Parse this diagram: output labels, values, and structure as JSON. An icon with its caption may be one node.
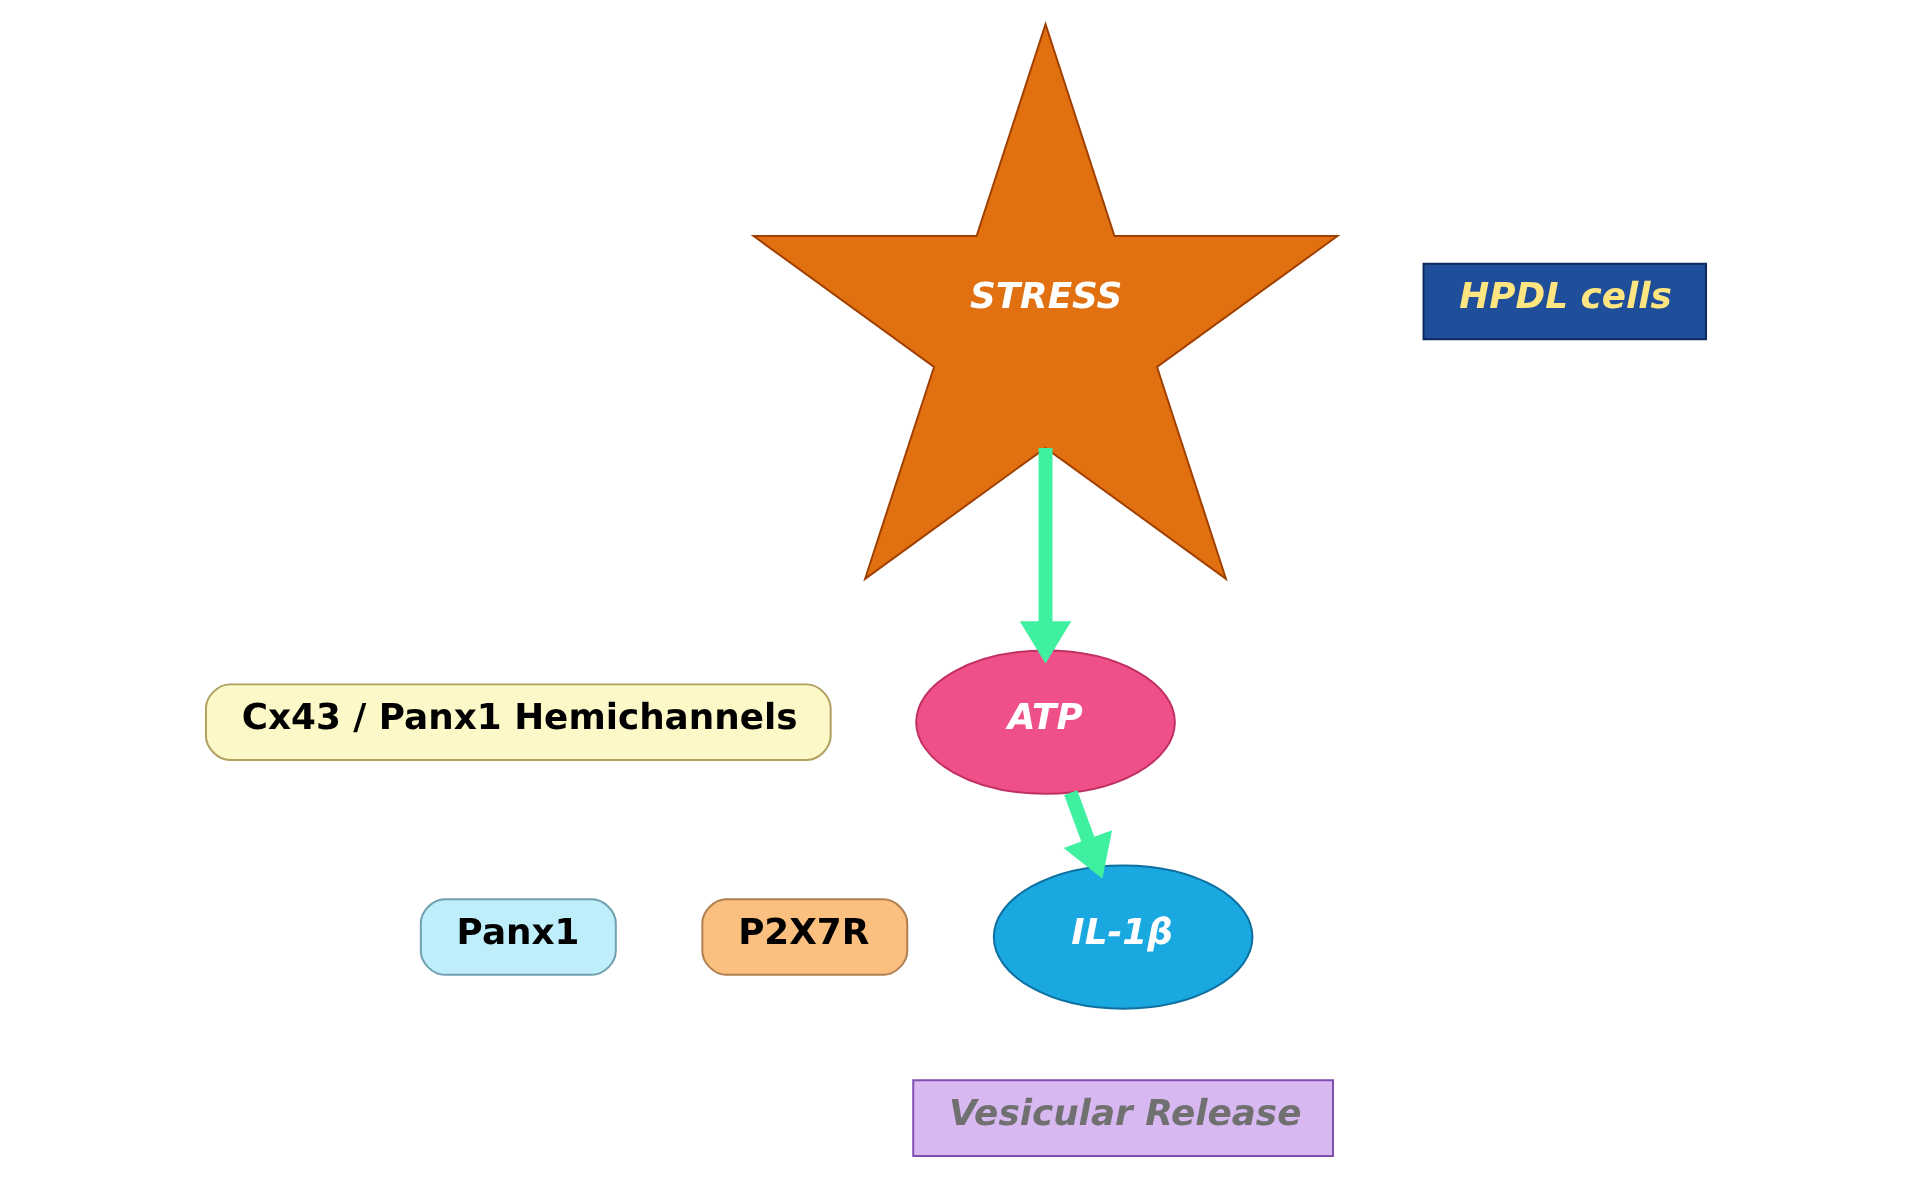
{
  "diagram": {
    "nodes": [
      {
        "text": [
          "STRESS"
        ]
      },
      {
        "text": [
          "HPDL cells"
        ]
      },
      {
        "text": [
          "Cx43 / Panx1 Hemichannels"
        ]
      },
      {
        "text": [
          "ATP"
        ]
      },
      {
        "text": [
          "Panx1"
        ]
      },
      {
        "text": [
          "P2X7R"
        ]
      },
      {
        "text": [
          "IL-1β"
        ]
      },
      {
        "text": [
          "Vesicular Release"
        ]
      }
    ],
    "edges": [
      {
        "from": 0,
        "to": 3,
        "arrow": "to"
      },
      {
        "from": 3,
        "to": 6,
        "arrow": "to"
      }
    ]
  }
}
